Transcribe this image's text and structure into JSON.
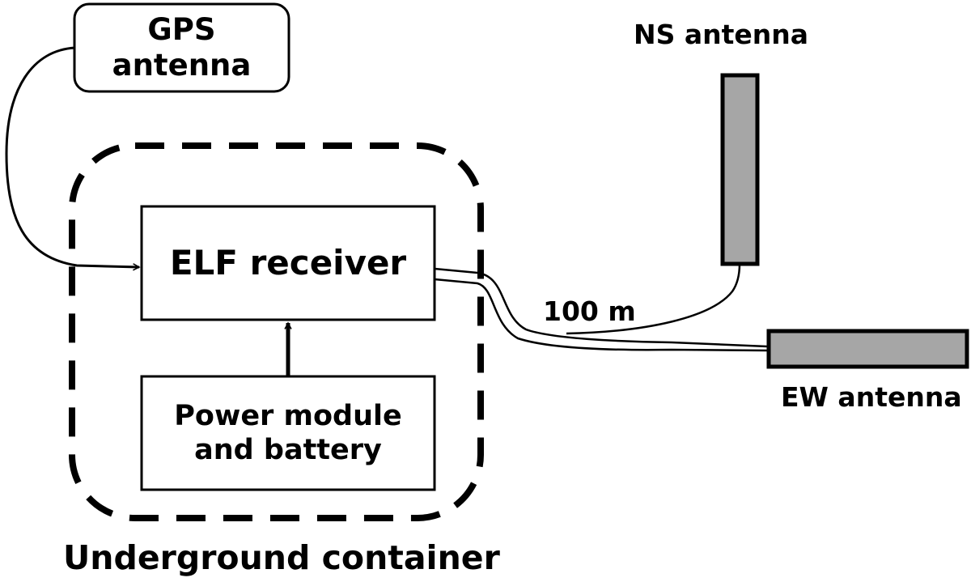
{
  "gps_antenna": {
    "label": "GPS antenna"
  },
  "elf_receiver": {
    "label": "ELF receiver"
  },
  "power_module": {
    "line1": "Power module",
    "line2": "and battery"
  },
  "container": {
    "label": "Underground container"
  },
  "ns_antenna": {
    "label": "NS antenna"
  },
  "ew_antenna": {
    "label": "EW antenna"
  },
  "cable": {
    "length_label": "100 m"
  },
  "colors": {
    "antenna_fill": "#a6a6a6",
    "stroke": "#000000",
    "background": "#ffffff"
  }
}
